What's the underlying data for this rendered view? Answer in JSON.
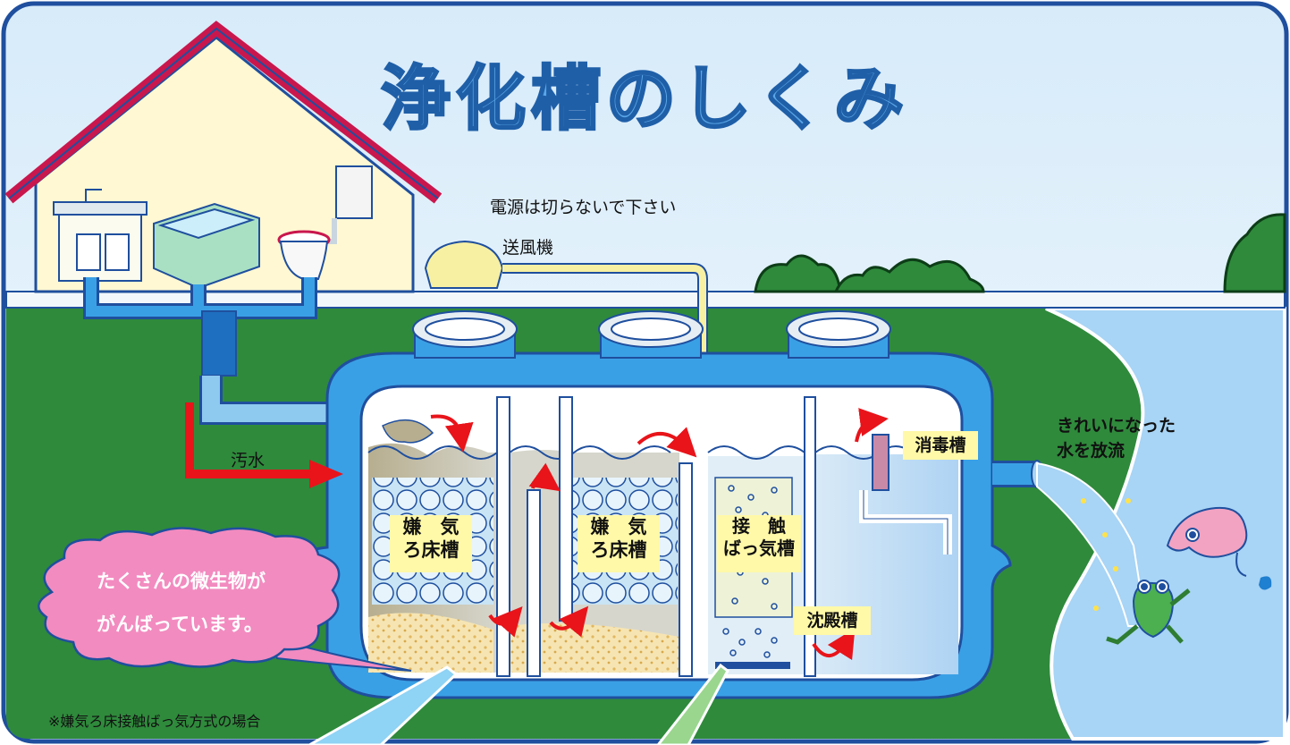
{
  "title": "浄化槽のしくみ",
  "labels": {
    "power_notice": "電源は切らないで下さい",
    "blower": "送風機",
    "wastewater": "汚水",
    "disinfection_tank": "消毒槽",
    "sedimentation_tank": "沈殿槽",
    "clean_water_line1": "きれいになった",
    "clean_water_line2": "水を放流",
    "footnote": "※嫌気ろ床接触ばっ気方式の場合"
  },
  "chambers": [
    {
      "line1": "嫌　気",
      "line2": "ろ床槽"
    },
    {
      "line1": "嫌　気",
      "line2": "ろ床槽"
    },
    {
      "line1": "接　触",
      "line2": "ばっ気槽"
    }
  ],
  "speech_bubble": {
    "line1": "たくさんの微生物が",
    "line2": "がんばっています。"
  },
  "colors": {
    "title_fill": "#5aa7e8",
    "title_stroke": "#1f5fa8",
    "frame_border": "#1f4f9e",
    "sky": "#e3f1fb",
    "grass": "#2f8a3c",
    "tank_shell": "#3aa0e6",
    "river": "#a8d4f5",
    "wastewater_arrow": "#e8141a",
    "label_background": "#fff9a8",
    "bubble_pink": "#f28bc0"
  }
}
